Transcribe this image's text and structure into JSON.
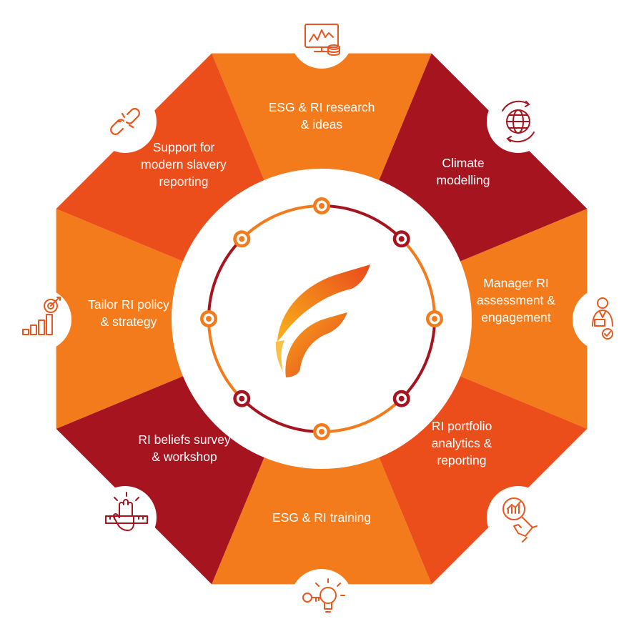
{
  "segments": [
    {
      "lines": [
        "ESG & RI research",
        "& ideas"
      ],
      "color": "#f37b1b",
      "icon": "chart-monitor-coins-icon"
    },
    {
      "lines": [
        "Climate",
        "modelling"
      ],
      "color": "#a5141f",
      "icon": "globe-cycle-icon"
    },
    {
      "lines": [
        "Manager RI",
        "assessment &",
        "engagement"
      ],
      "color": "#f37b1b",
      "icon": "manager-check-icon"
    },
    {
      "lines": [
        "RI portfolio",
        "analytics &",
        "reporting"
      ],
      "color": "#eb4e1b",
      "icon": "hand-analytics-icon"
    },
    {
      "lines": [
        "ESG & RI training"
      ],
      "color": "#f37b1b",
      "icon": "key-lightbulb-icon"
    },
    {
      "lines": [
        "RI beliefs survey",
        "& workshop"
      ],
      "color": "#a5141f",
      "icon": "hand-raised-ruler-icon"
    },
    {
      "lines": [
        "Tailor RI policy",
        "& strategy"
      ],
      "color": "#f37b1b",
      "icon": "target-bar-growth-icon"
    },
    {
      "lines": [
        "Support for",
        "modern slavery",
        "reporting"
      ],
      "color": "#eb4e1b",
      "icon": "broken-chain-icon"
    }
  ],
  "colors": {
    "orange": "#f37b1b",
    "dark_red": "#a5141f",
    "red_orange": "#eb4e1b",
    "icon_stroke": "#e8571f"
  },
  "center_logo": "flame-f-logo"
}
